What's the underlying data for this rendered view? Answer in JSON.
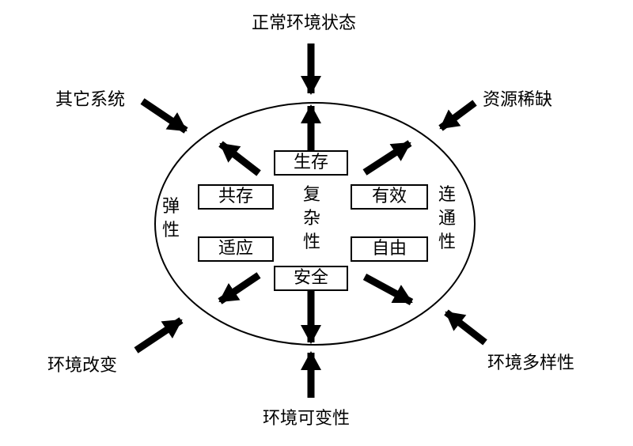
{
  "external_factors": {
    "top": "正常环境状态",
    "top_left": "其它系统",
    "top_right": "资源稀缺",
    "bottom_left": "环境改变",
    "bottom_right": "环境多样性",
    "bottom": "环境可变性"
  },
  "center_boxes": {
    "survival": "生存",
    "safety": "安全",
    "coexistence": "共存",
    "adaptation": "适应",
    "efficiency": "有效",
    "freedom": "自由"
  },
  "side_labels": {
    "center": [
      "复",
      "杂",
      "性"
    ],
    "left": [
      "弹",
      "性"
    ],
    "right": [
      "连",
      "通",
      "性"
    ]
  }
}
